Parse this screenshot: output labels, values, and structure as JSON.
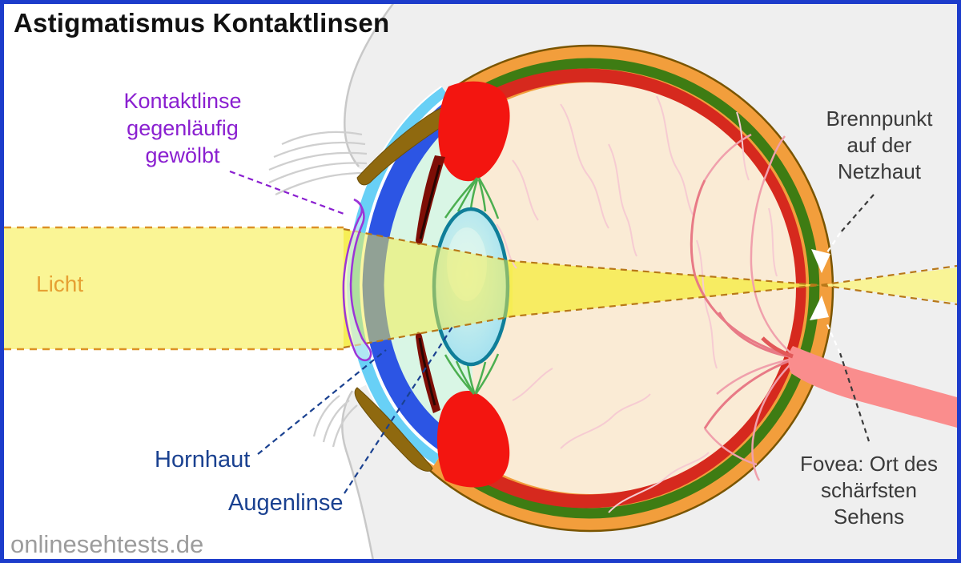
{
  "labels": {
    "title": "Astigmatismus Kontaktlinsen",
    "contact_lens": {
      "lines": [
        "Kontaktlinse",
        "gegenläufig",
        "gewölbt"
      ]
    },
    "light": "Licht",
    "cornea": "Hornhaut",
    "eye_lens": "Augenlinse",
    "focal_point": {
      "lines": [
        "Brennpunkt",
        "auf der",
        "Netzhaut"
      ]
    },
    "fovea": {
      "lines": [
        "Fovea: Ort des",
        "schärfsten",
        "Sehens"
      ]
    },
    "watermark": "onlinesehtests.de"
  },
  "colors": {
    "frame_border": "#1C3CCB",
    "title_text": "#111111",
    "contact_lens_label": "#8A1FD0",
    "light_label": "#E6A033",
    "anatomy_label": "#1A4190",
    "annotation_text": "#3A3A3A",
    "watermark_text": "#9C9C9C",
    "light_beam": "#F8EE5C",
    "beam_dash": "#B87818",
    "sclera": "#F29E3C",
    "choroid": "#3E7C13",
    "retina": "#D6291E",
    "vitreous": "#FAEBD5",
    "cornea_blue": "#2C55E4",
    "cornea_cyan": "#68D0F6",
    "contact_lens_outline": "#9C34D8",
    "ciliary_red": "#F31510",
    "lens_fill": "#A8E6F2",
    "lens_outline": "#0F7E99",
    "optic_nerve": "#FA8D8D",
    "eyelid_brown": "#8F690F",
    "face_background": "#EFEFEF"
  }
}
